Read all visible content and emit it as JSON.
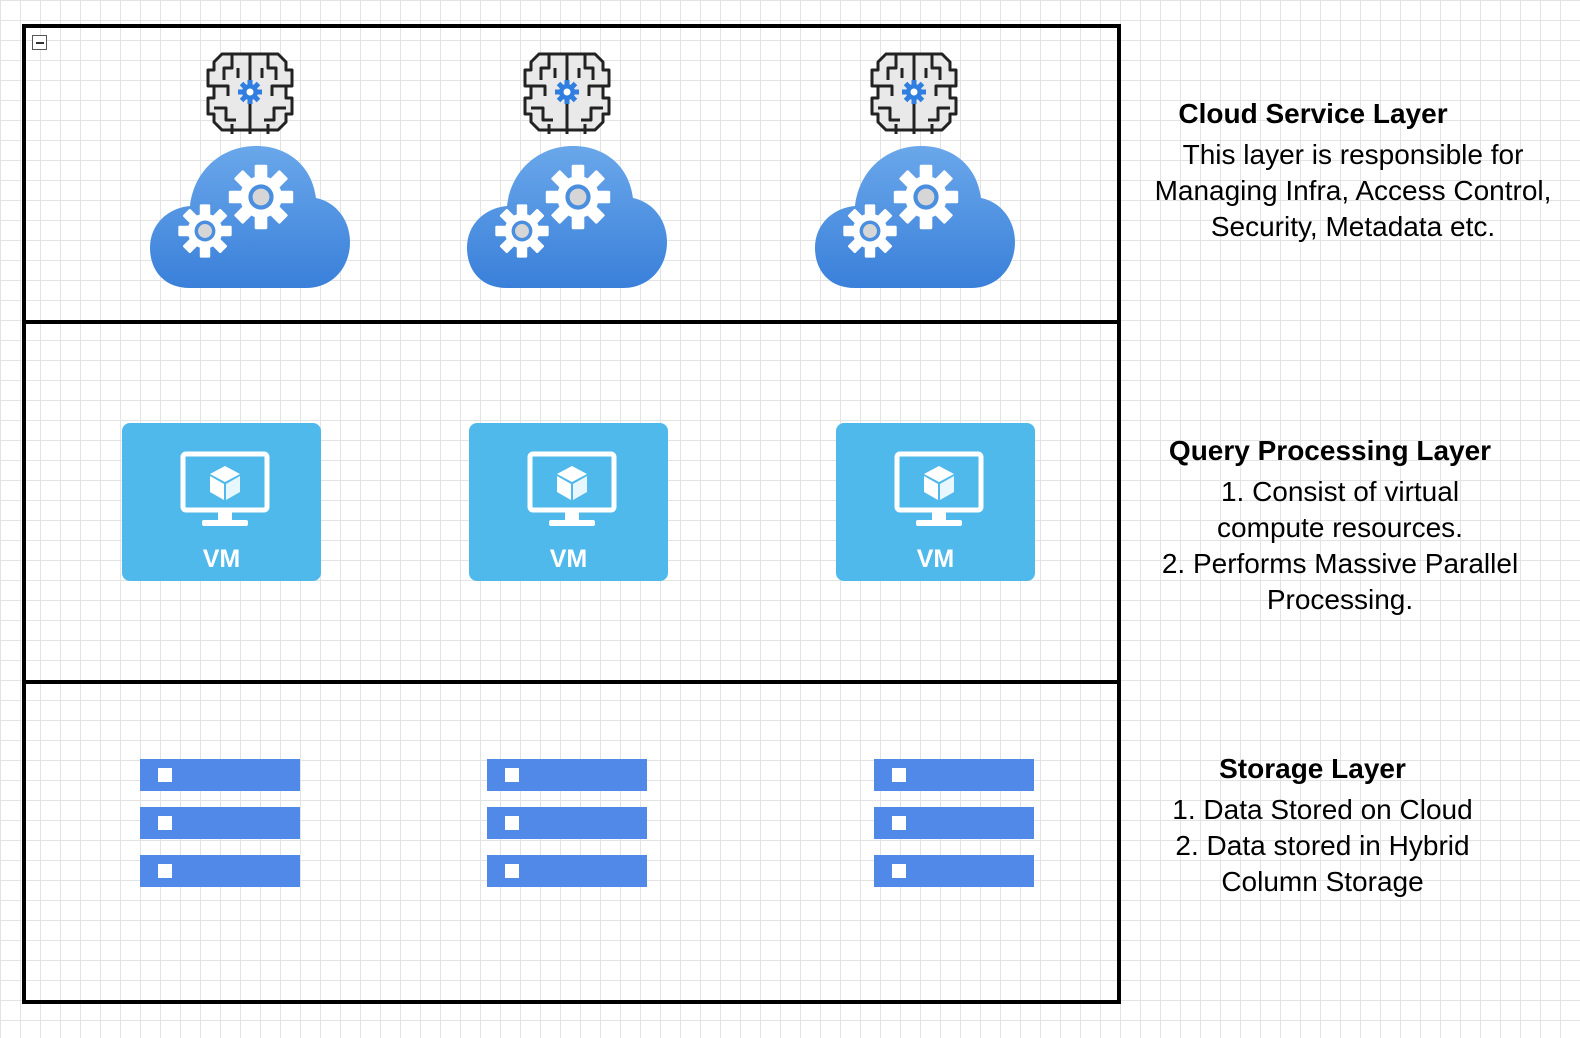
{
  "diagram": {
    "layers": [
      {
        "title": "Cloud Service Layer",
        "lines": [
          "This layer is responsible for",
          "Managing Infra, Access Control,",
          "Security, Metadata etc."
        ]
      },
      {
        "title": "Query Processing Layer",
        "lines": [
          "1. Consist of virtual",
          "compute resources.",
          "2. Performs Massive Parallel",
          "Processing."
        ]
      },
      {
        "title": "Storage Layer",
        "lines": [
          "1. Data Stored on Cloud",
          "2. Data stored in Hybrid",
          "Column Storage"
        ]
      }
    ],
    "vm_label": "VM",
    "colors": {
      "cloud": "#3f86de",
      "vm": "#50b9eb",
      "storage": "#5089e8",
      "gear_accent": "#2f7ee0",
      "frame": "#000000"
    },
    "icons": {
      "brain": "brain-circuit-icon",
      "cloud": "cloud-gears-icon",
      "vm": "virtual-machine-icon",
      "storage": "storage-stack-icon"
    }
  }
}
